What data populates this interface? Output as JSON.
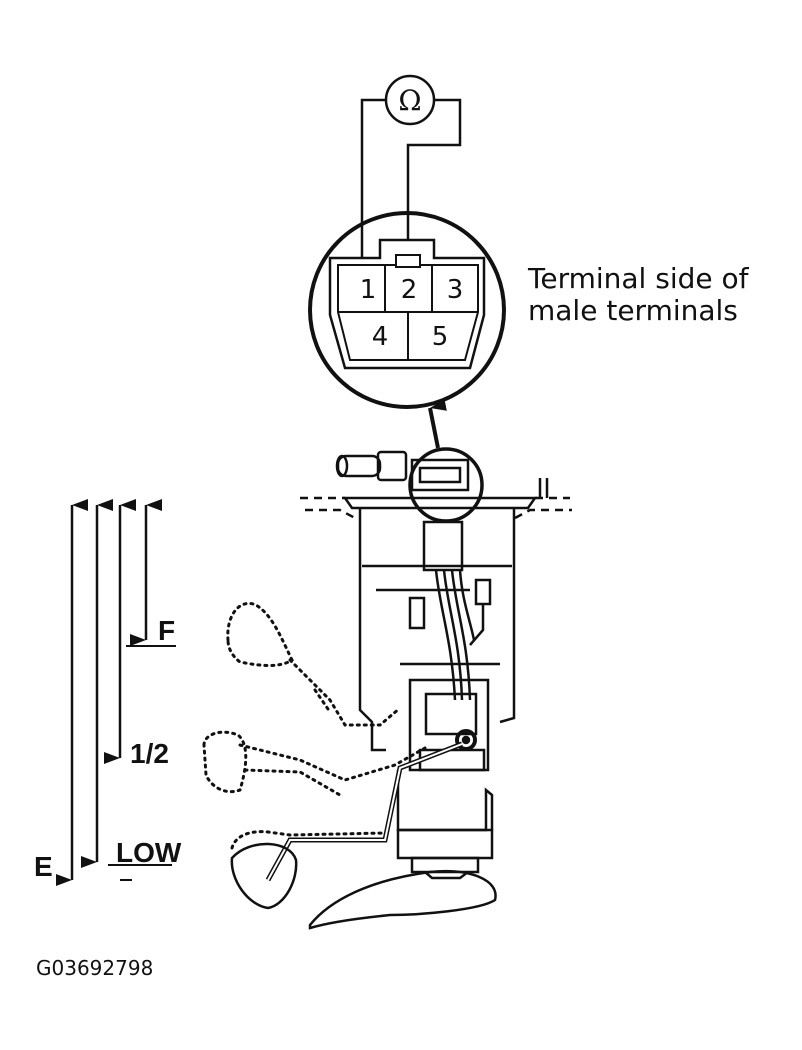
{
  "figure": {
    "meter_symbol": "Ω",
    "connector": {
      "pins": [
        "1",
        "2",
        "3",
        "4",
        "5"
      ],
      "callout": [
        "Terminal side of",
        "male terminals"
      ]
    },
    "float_levels": {
      "full": "F",
      "half": "1/2",
      "low": "LOW",
      "empty": "E"
    },
    "figure_code": "G03692798",
    "colors": {
      "ink": "#111111",
      "background": "#ffffff"
    }
  }
}
